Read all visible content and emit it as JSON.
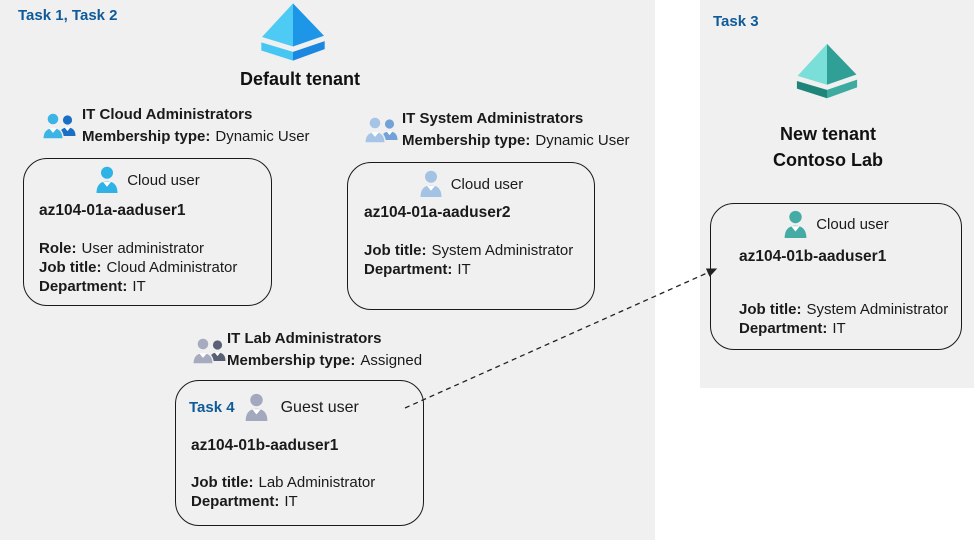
{
  "colors": {
    "canvas_bg": "#ffffff",
    "panel_bg": "#f0f0f0",
    "task_blue": "#0f5b99",
    "text": "#1a1a1a",
    "box_border": "#1a1a1a",
    "arrow": "#222222",
    "aad_blue_light": "#4dcbf5",
    "aad_blue_dark": "#1e96e8",
    "aad_blue_base_light": "#45c6f3",
    "aad_blue_base_dark": "#1b87e0",
    "aad_teal_light": "#79dfd8",
    "aad_teal_dark": "#30a096",
    "aad_teal_base_dark": "#1f857a",
    "aad_teal_base_mid": "#3dab9f",
    "cloud_user_blue": "#2fb2e6",
    "cloud_user_steel": "#a3c2e4",
    "guest_user_gray": "#a2a8bd",
    "cloud_user_teal": "#44aca4",
    "group_front_cyan": "#3cb4e6",
    "group_back_blue": "#1a6fc4",
    "group_front_steel": "#a6c4e6",
    "group_back_steel": "#73a2d8",
    "group_front_gray": "#a6abc0",
    "group_back_gray": "#5a6176"
  },
  "left_panel": {
    "task_label": "Task 1, Task 2",
    "tenant": {
      "icon": "azure-ad-tenant-icon",
      "name": "Default tenant"
    },
    "groups": [
      {
        "icon": "group-icon",
        "title": "IT Cloud Administrators",
        "membership_label": "Membership type:",
        "membership_value": "Dynamic User"
      },
      {
        "icon": "group-icon",
        "title": "IT System Administrators",
        "membership_label": "Membership type:",
        "membership_value": "Dynamic User"
      },
      {
        "icon": "group-icon",
        "title": "IT Lab Administrators",
        "membership_label": "Membership type:",
        "membership_value": "Assigned"
      }
    ],
    "cards": [
      {
        "user_type": "Cloud user",
        "name": "az104-01a-aaduser1",
        "fields": [
          {
            "label": "Role:",
            "value": "User administrator"
          },
          {
            "label": "Job title:",
            "value": "Cloud Administrator"
          },
          {
            "label": "Department:",
            "value": "IT"
          }
        ]
      },
      {
        "user_type": "Cloud user",
        "name": "az104-01a-aaduser2",
        "fields": [
          {
            "label": "Job title:",
            "value": "System Administrator"
          },
          {
            "label": "Department:",
            "value": "IT"
          }
        ]
      },
      {
        "task_label": "Task 4",
        "user_type": "Guest user",
        "name": "az104-01b-aaduser1",
        "fields": [
          {
            "label": "Job title:",
            "value": "Lab Administrator"
          },
          {
            "label": "Department:",
            "value": "IT"
          }
        ]
      }
    ]
  },
  "right_panel": {
    "task_label": "Task 3",
    "tenant": {
      "icon": "azure-ad-tenant-icon",
      "name_line1": "New tenant",
      "name_line2": "Contoso Lab"
    },
    "card": {
      "user_type": "Cloud user",
      "name": "az104-01b-aaduser1",
      "fields": [
        {
          "label": "Job title:",
          "value": "System Administrator"
        },
        {
          "label": "Department:",
          "value": "IT"
        }
      ]
    }
  }
}
